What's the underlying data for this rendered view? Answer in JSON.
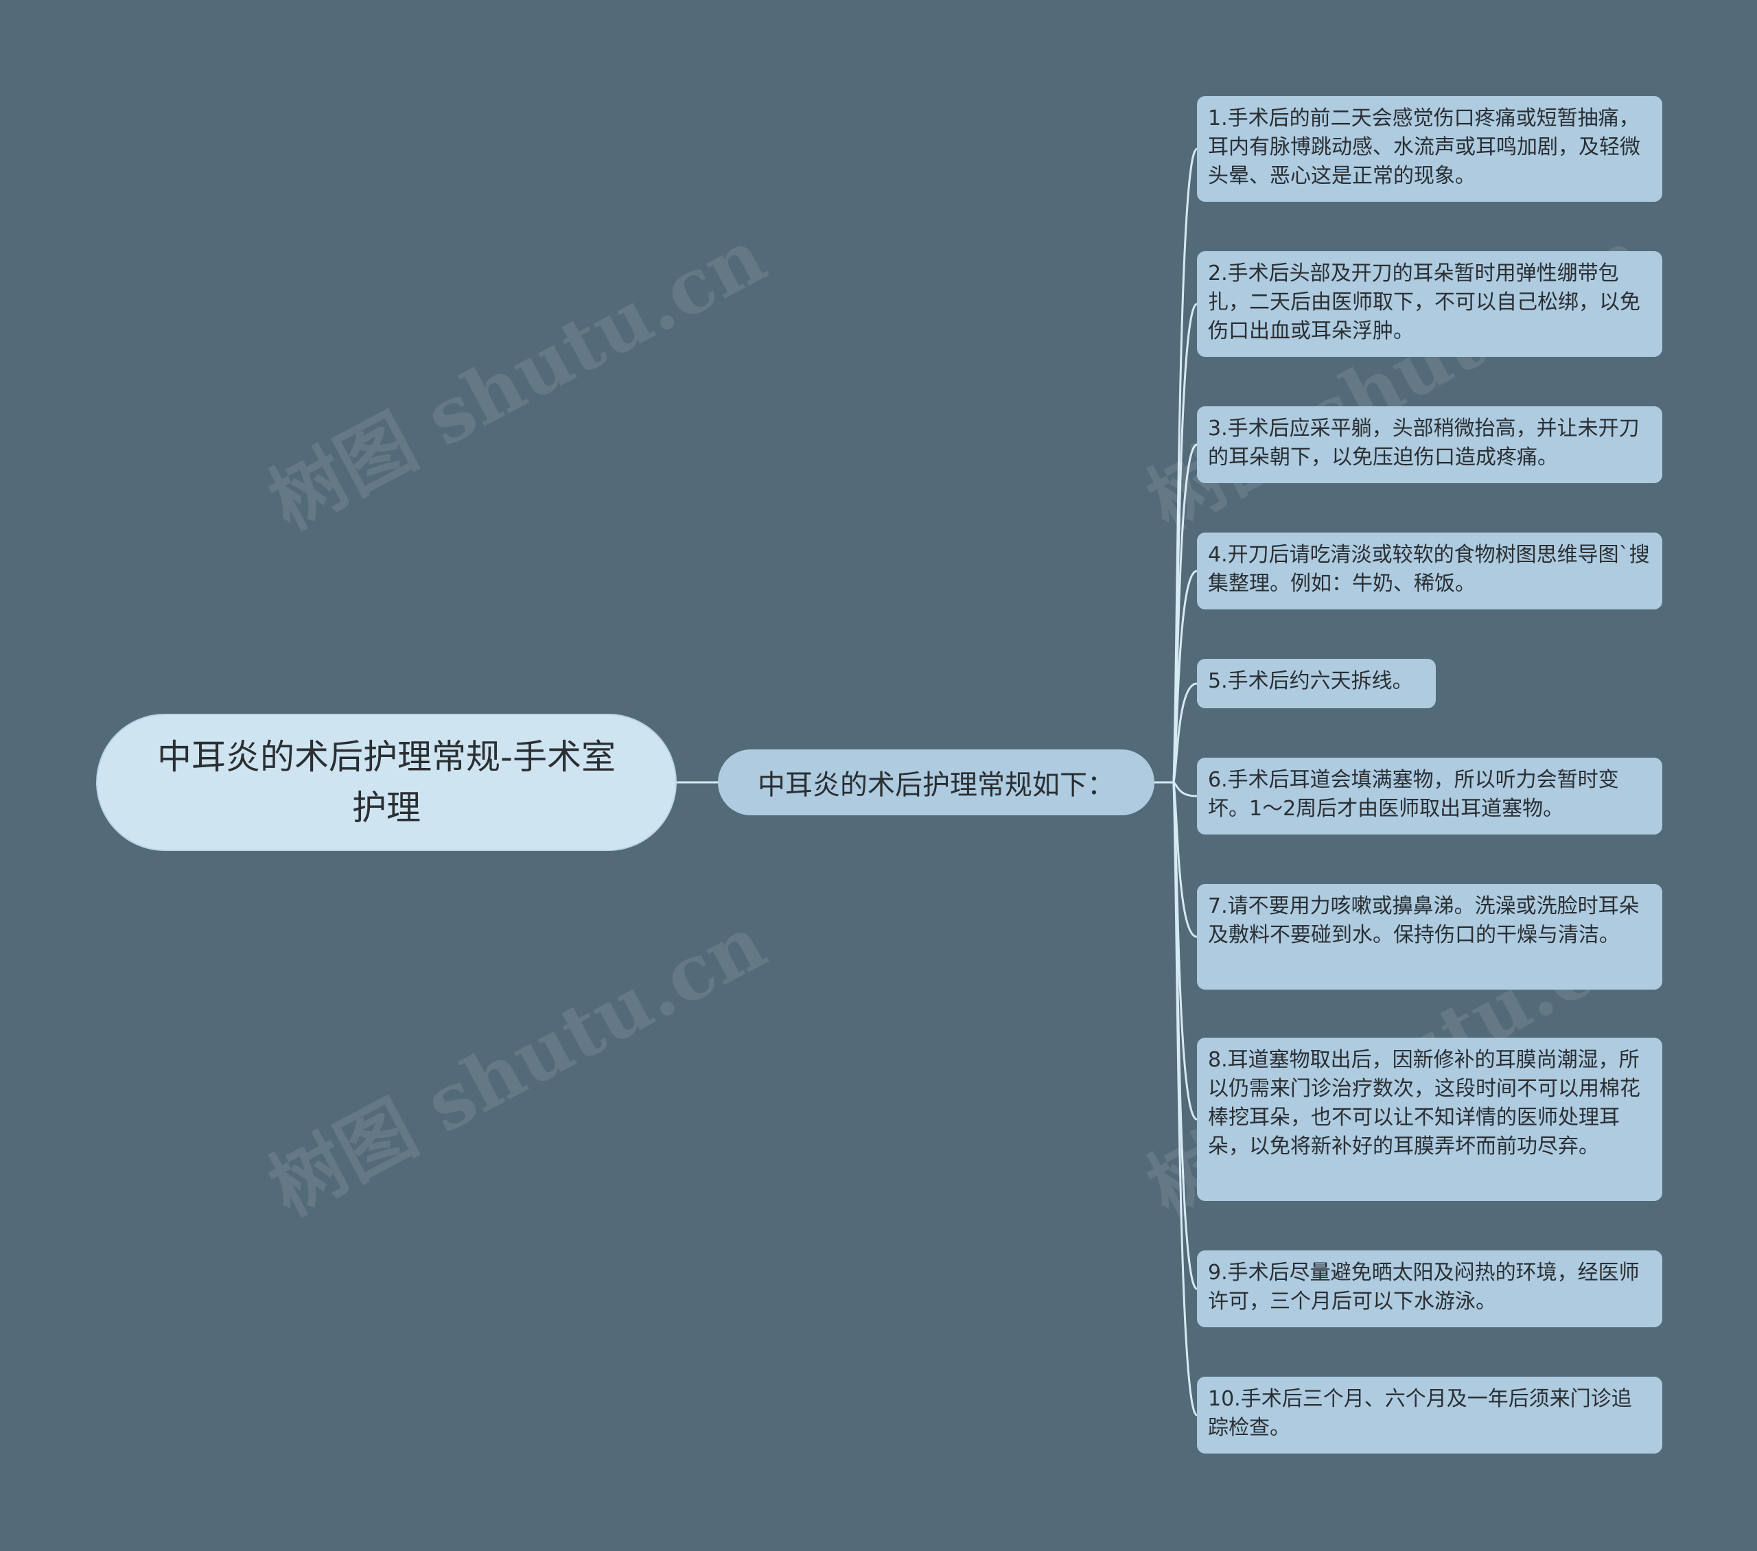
{
  "root": {
    "label": "中耳炎的术后护理常规-手术室护理"
  },
  "mid": {
    "label": "中耳炎的术后护理常规如下："
  },
  "leaves": [
    "1.手术后的前二天会感觉伤口疼痛或短暂抽痛，耳内有脉博跳动感、水流声或耳鸣加剧，及轻微头晕、恶心这是正常的现象。",
    "2.手术后头部及开刀的耳朵暂时用弹性绷带包扎，二天后由医师取下，不可以自己松绑，以免伤口出血或耳朵浮肿。",
    "3.手术后应采平躺，头部稍微抬高，并让未开刀的耳朵朝下，以免压迫伤口造成疼痛。",
    "4.开刀后请吃清淡或较软的食物树图思维导图`搜集整理。例如：牛奶、稀饭。",
    "5.手术后约六天拆线。",
    "6.手术后耳道会填满塞物，所以听力会暂时变坏。1～2周后才由医师取出耳道塞物。",
    "7.请不要用力咳嗽或擤鼻涕。洗澡或洗脸时耳朵及敷料不要碰到水。保持伤口的干燥与清洁。",
    "8.耳道塞物取出后，因新修补的耳膜尚潮湿，所以仍需来门诊治疗数次，这段时间不可以用棉花棒挖耳朵，也不可以让不知详情的医师处理耳朵，以免将新补好的耳膜弄坏而前功尽弃。",
    "9.手术后尽量避免晒太阳及闷热的环境，经医师许可，三个月后可以下水游泳。",
    "10.手术后三个月、六个月及一年后须来门诊追踪检查。"
  ],
  "watermark": "树图 shutu.cn",
  "colors": {
    "background": "#536a78",
    "root_fill": "#cfe4f1",
    "node_fill": "#aecbe0",
    "connector": "#d6eaf4"
  }
}
